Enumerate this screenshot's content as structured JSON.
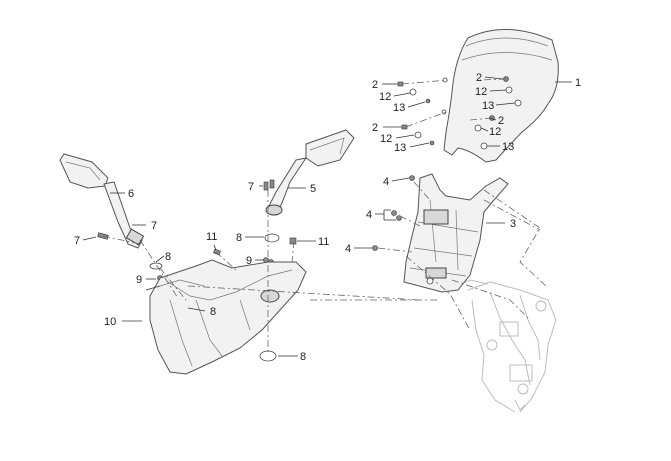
{
  "diagram": {
    "callouts": {
      "c1": "1",
      "c2a": "2",
      "c2b": "2",
      "c2c": "2",
      "c2d": "2",
      "c3": "3",
      "c4a": "4",
      "c4b": "4",
      "c4c": "4",
      "c5": "5",
      "c6": "6",
      "c7a": "7",
      "c7b": "7",
      "c7c": "7",
      "c8a": "8",
      "c8b": "8",
      "c8c": "8",
      "c8d": "8",
      "c9a": "9",
      "c9b": "9",
      "c10": "10",
      "c11a": "11",
      "c11b": "11",
      "c12a": "12",
      "c12b": "12",
      "c12c": "12",
      "c12d": "12",
      "c13a": "13",
      "c13b": "13",
      "c13c": "13",
      "c13d": "13"
    }
  }
}
